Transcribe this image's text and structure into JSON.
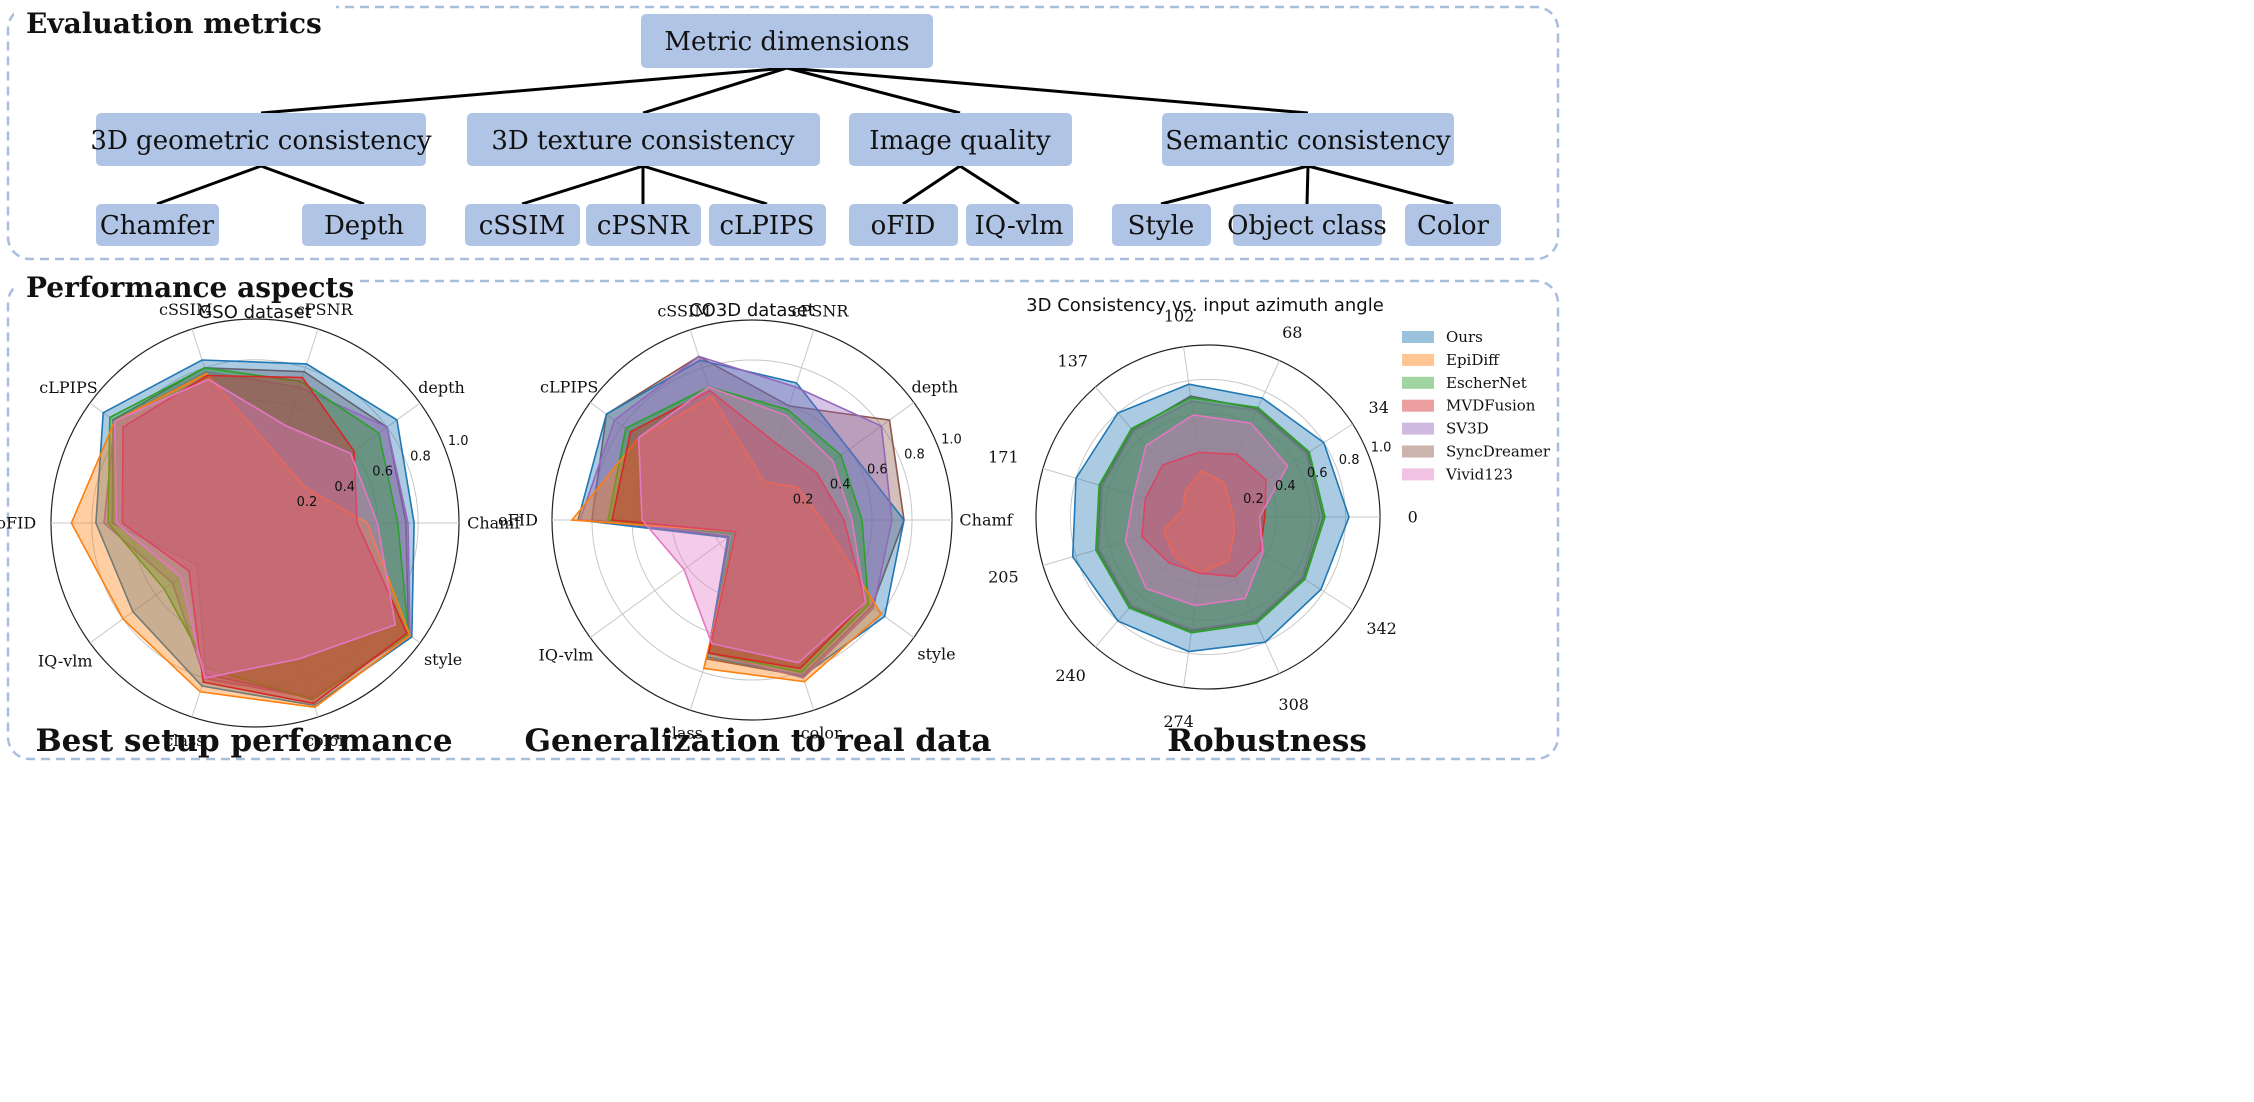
{
  "sections": {
    "metrics_title": "Evaluation metrics",
    "aspects_title": "Performance aspects"
  },
  "tree": {
    "root": "Metric dimensions",
    "groups": [
      {
        "label": "3D geometric consistency",
        "children": [
          "Chamfer",
          "Depth"
        ]
      },
      {
        "label": "3D texture consistency",
        "children": [
          "cSSIM",
          "cPSNR",
          "cLPIPS"
        ]
      },
      {
        "label": "Image quality",
        "children": [
          "oFID",
          "IQ-vlm"
        ]
      },
      {
        "label": "Semantic consistency",
        "children": [
          "Style",
          "Object class",
          "Color"
        ]
      }
    ]
  },
  "colors": {
    "Ours": "#1f77b4",
    "EpiDiff": "#ff7f0e",
    "EscherNet": "#2ca02c",
    "MVDFusion": "#d62728",
    "SV3D": "#9467bd",
    "SyncDreamer": "#8c564b",
    "Vivid123": "#e377c2",
    "frame": "#a9bede",
    "node": "#b0c4e6"
  },
  "captions": [
    "Best setup performance",
    "Generalization to real data",
    "Robustness"
  ],
  "chart_data": [
    {
      "type": "radar",
      "title": "GSO dataset",
      "axes": [
        "Chamf",
        "depth",
        "cPSNR",
        "cSSIM",
        "cLPIPS",
        "oFID",
        "IQ-vlm",
        "class",
        "color",
        "style"
      ],
      "rticks": [
        "0.2",
        "0.4",
        "0.6",
        "0.8",
        "1.0"
      ],
      "rlim": [
        0,
        1
      ],
      "series": [
        {
          "name": "Ours",
          "values": [
            0.78,
            0.86,
            0.82,
            0.84,
            0.92,
            0.78,
            0.74,
            0.84,
            0.94,
            0.95
          ]
        },
        {
          "name": "EpiDiff",
          "values": [
            0.55,
            0.3,
            0.35,
            0.77,
            0.85,
            0.9,
            0.8,
            0.87,
            0.95,
            0.94
          ]
        },
        {
          "name": "EscherNet",
          "values": [
            0.7,
            0.75,
            0.73,
            0.8,
            0.88,
            0.72,
            0.55,
            0.75,
            0.91,
            0.93
          ]
        },
        {
          "name": "MVDFusion",
          "values": [
            0.5,
            0.6,
            0.75,
            0.76,
            0.8,
            0.65,
            0.4,
            0.82,
            0.93,
            0.92
          ]
        },
        {
          "name": "SV3D",
          "values": [
            0.75,
            0.8,
            0.7,
            0.78,
            0.85,
            0.74,
            0.5,
            0.8,
            0.9,
            0.94
          ]
        },
        {
          "name": "SyncDreamer",
          "values": [
            0.74,
            0.8,
            0.78,
            0.8,
            0.86,
            0.7,
            0.35,
            0.78,
            0.9,
            0.93
          ]
        },
        {
          "name": "Vivid123",
          "values": [
            0.6,
            0.58,
            0.5,
            0.74,
            0.85,
            0.68,
            0.45,
            0.8,
            0.7,
            0.85
          ]
        }
      ]
    },
    {
      "type": "radar",
      "title": "CO3D dataset",
      "axes": [
        "Chamf",
        "depth",
        "cPSNR",
        "cSSIM",
        "cLPIPS",
        "oFID",
        "IQ-vlm",
        "class",
        "color",
        "style"
      ],
      "rticks": [
        "0.2",
        "0.4",
        "0.6",
        "0.8",
        "1.0"
      ],
      "rlim": [
        0,
        1
      ],
      "series": [
        {
          "name": "Ours",
          "values": [
            0.76,
            0.6,
            0.72,
            0.84,
            0.9,
            0.87,
            0.15,
            0.72,
            0.82,
            0.82
          ]
        },
        {
          "name": "EpiDiff",
          "values": [
            0.35,
            0.28,
            0.2,
            0.65,
            0.7,
            0.9,
            0.1,
            0.78,
            0.85,
            0.8
          ]
        },
        {
          "name": "EscherNet",
          "values": [
            0.55,
            0.55,
            0.58,
            0.7,
            0.78,
            0.72,
            0.12,
            0.7,
            0.8,
            0.72
          ]
        },
        {
          "name": "MVDFusion",
          "values": [
            0.46,
            0.4,
            0.4,
            0.68,
            0.75,
            0.7,
            0.1,
            0.7,
            0.78,
            0.7
          ]
        },
        {
          "name": "SV3D",
          "values": [
            0.7,
            0.8,
            0.7,
            0.86,
            0.85,
            0.86,
            0.12,
            0.7,
            0.83,
            0.75
          ]
        },
        {
          "name": "SyncDreamer",
          "values": [
            0.76,
            0.85,
            0.6,
            0.86,
            0.9,
            0.8,
            0.14,
            0.73,
            0.82,
            0.74
          ]
        },
        {
          "name": "Vivid123",
          "values": [
            0.5,
            0.5,
            0.55,
            0.7,
            0.7,
            0.55,
            0.42,
            0.65,
            0.75,
            0.7
          ]
        }
      ]
    },
    {
      "type": "radar",
      "title": "3D Consistency vs. input azimuth angle",
      "axes": [
        "0",
        "34",
        "68",
        "102",
        "137",
        "171",
        "205",
        "240",
        "274",
        "308",
        "342"
      ],
      "rticks": [
        "0.2",
        "0.4",
        "0.6",
        "0.8",
        "1.0"
      ],
      "rlim": [
        0,
        1
      ],
      "legend": {
        "position": "right",
        "entries": [
          "Ours",
          "EpiDiff",
          "EscherNet",
          "MVDFusion",
          "SV3D",
          "SyncDreamer",
          "Vivid123"
        ]
      },
      "series": [
        {
          "name": "Ours",
          "values": [
            0.82,
            0.8,
            0.76,
            0.78,
            0.8,
            0.8,
            0.82,
            0.8,
            0.79,
            0.8,
            0.78
          ]
        },
        {
          "name": "EpiDiff",
          "values": [
            0.15,
            0.15,
            0.22,
            0.27,
            0.2,
            0.15,
            0.27,
            0.3,
            0.33,
            0.28,
            0.18
          ]
        },
        {
          "name": "EscherNet",
          "values": [
            0.68,
            0.7,
            0.7,
            0.7,
            0.68,
            0.66,
            0.68,
            0.7,
            0.68,
            0.68,
            0.67
          ]
        },
        {
          "name": "MVDFusion",
          "values": [
            0.33,
            0.4,
            0.4,
            0.38,
            0.4,
            0.38,
            0.4,
            0.35,
            0.33,
            0.38,
            0.36
          ]
        },
        {
          "name": "SV3D",
          "values": [
            0.65,
            0.68,
            0.68,
            0.68,
            0.66,
            0.64,
            0.66,
            0.68,
            0.66,
            0.66,
            0.65
          ]
        },
        {
          "name": "SyncDreamer",
          "values": [
            0.67,
            0.69,
            0.69,
            0.71,
            0.67,
            0.65,
            0.67,
            0.69,
            0.67,
            0.67,
            0.66
          ]
        },
        {
          "name": "Vivid123",
          "values": [
            0.3,
            0.55,
            0.6,
            0.6,
            0.55,
            0.45,
            0.5,
            0.55,
            0.52,
            0.52,
            0.38
          ]
        }
      ]
    }
  ]
}
